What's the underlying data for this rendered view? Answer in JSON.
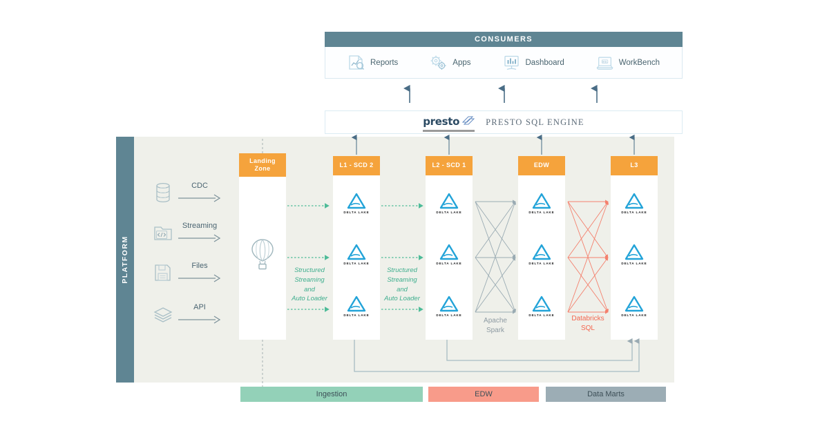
{
  "consumers": {
    "title": "CONSUMERS",
    "items": [
      {
        "label": "Reports",
        "icon": "report-document-icon"
      },
      {
        "label": "Apps",
        "icon": "apps-gears-icon"
      },
      {
        "label": "Dashboard",
        "icon": "dashboard-monitor-icon"
      },
      {
        "label": "WorkBench",
        "icon": "workbench-laptop-icon"
      }
    ]
  },
  "presto": {
    "logo_word": "presto",
    "caption": "PRESTO SQL ENGINE"
  },
  "platform": {
    "label": "PLATFORM",
    "sources": [
      {
        "label": "CDC",
        "icon": "database-icon"
      },
      {
        "label": "Streaming",
        "icon": "code-folder-icon"
      },
      {
        "label": "Files",
        "icon": "file-save-icon"
      },
      {
        "label": "API",
        "icon": "stacked-layers-icon"
      }
    ],
    "columns": [
      {
        "id": "landing",
        "header": "Landing\nZone",
        "header_line1": "Landing",
        "header_line2": "Zone"
      },
      {
        "id": "l1",
        "header": "L1 - SCD 2"
      },
      {
        "id": "l2",
        "header": "L2 - SCD 1"
      },
      {
        "id": "edw",
        "header": "EDW"
      },
      {
        "id": "l3",
        "header": "L3"
      }
    ],
    "landing_icon": "hot-air-balloon-icon",
    "delta_logo_text": "DELTA LAKE",
    "transform_labels": [
      {
        "id": "t1",
        "text": "Structured\nStreaming\nand\nAuto Loader",
        "l1": "Structured",
        "l2": "Streaming",
        "l3": "and",
        "l4": "Auto Loader"
      },
      {
        "id": "t2",
        "text": "Structured\nStreaming\nand\nAuto Loader",
        "l1": "Structured",
        "l2": "Streaming",
        "l3": "and",
        "l4": "Auto Loader"
      }
    ],
    "mesh_labels": [
      {
        "id": "spark",
        "l1": "Apache",
        "l2": "Spark"
      },
      {
        "id": "dbsql",
        "l1": "Databricks",
        "l2": "SQL"
      }
    ]
  },
  "legend": [
    {
      "label": "Ingestion",
      "color": "#93d1b8"
    },
    {
      "label": "EDW",
      "color": "#f89b8a"
    },
    {
      "label": "Data Marts",
      "color": "#9cadb5"
    }
  ],
  "colors": {
    "accent_orange": "#f5a33c",
    "teal": "#5f8593",
    "panel": "#eff0ea",
    "green": "#3fae8e",
    "delta_blue": "#22a3d8",
    "salmon": "#f4664f"
  }
}
